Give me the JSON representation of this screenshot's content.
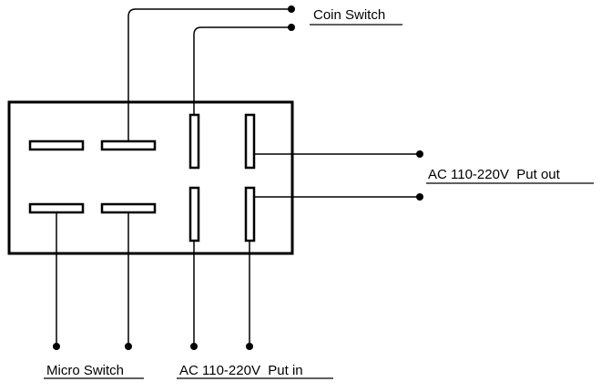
{
  "labels": {
    "coin_switch": "Coin Switch",
    "ac_put_out": "AC 110-220V  Put out",
    "micro_switch": "Micro Switch",
    "ac_put_in": "AC 110-220V  Put in"
  },
  "colors": {
    "stroke": "#000000",
    "background": "#ffffff"
  }
}
